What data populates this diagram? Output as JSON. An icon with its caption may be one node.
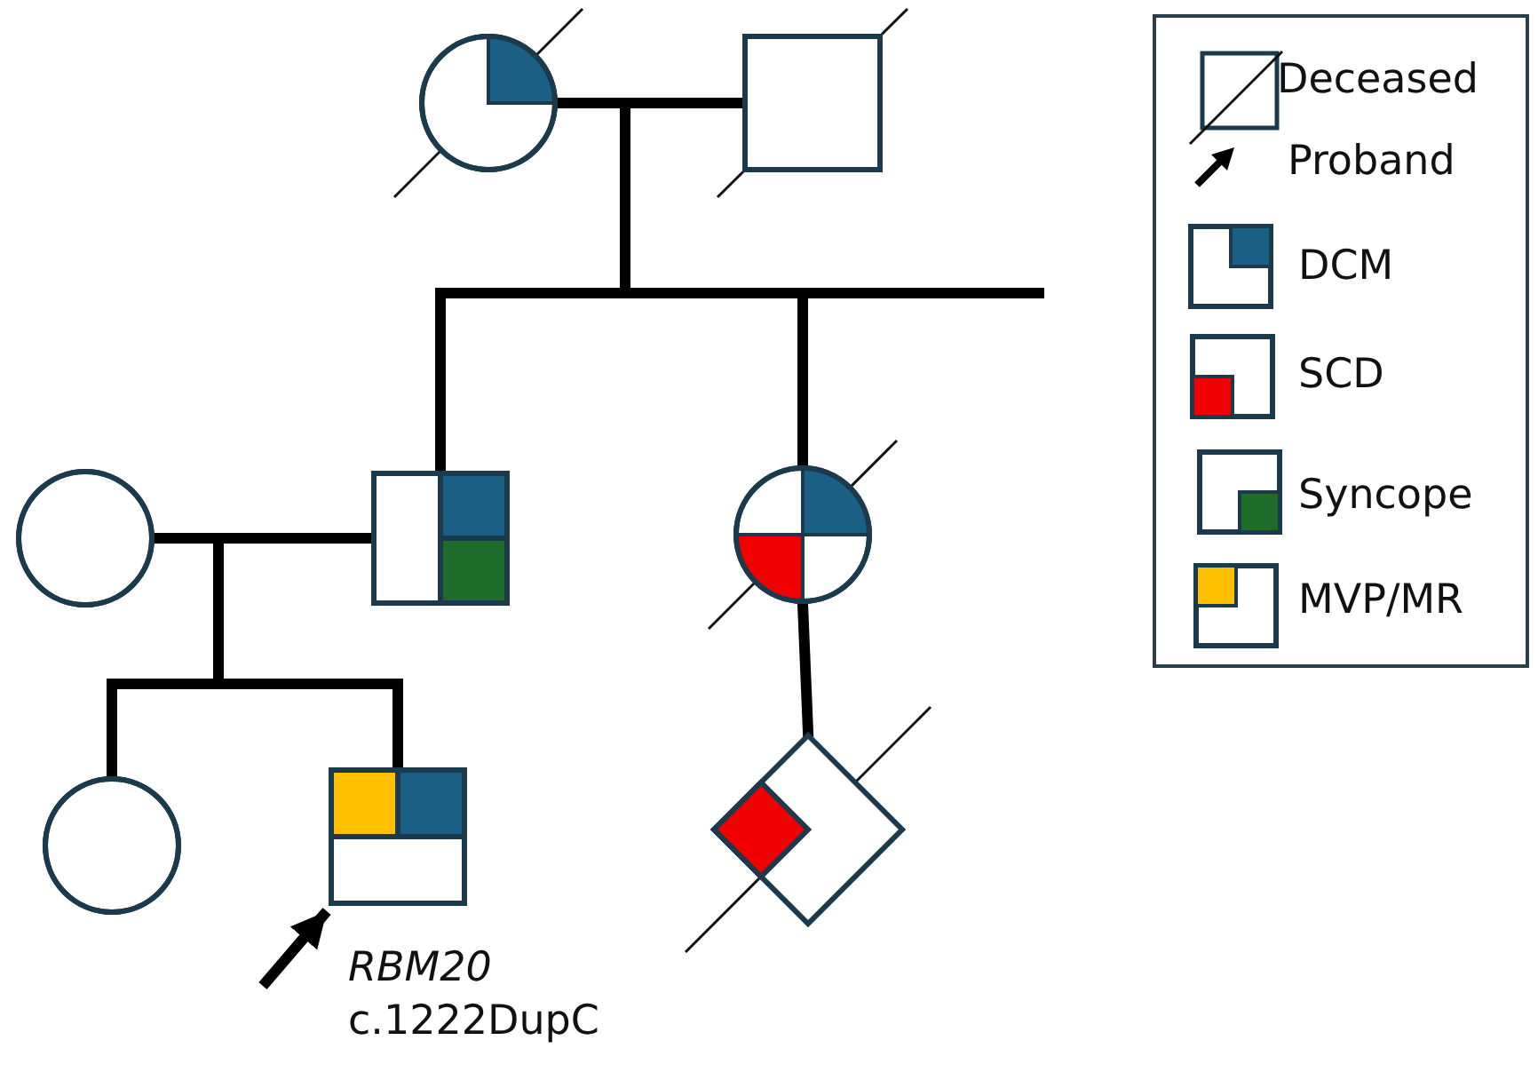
{
  "diagram": {
    "nodes": [
      {
        "text": [],
        "shape": "circle"
      },
      {
        "text": [],
        "shape": "box"
      },
      {
        "text": [],
        "shape": "circle"
      },
      {
        "text": [],
        "shape": "box"
      },
      {
        "text": [],
        "shape": "circle"
      },
      {
        "text": [],
        "shape": "circle"
      },
      {
        "text": [],
        "shape": "box",
        "beside": [
          "RBM20",
          "c.1222DupC"
        ]
      },
      {
        "text": [],
        "shape": "diamond"
      }
    ],
    "edges": [
      {
        "from": 0,
        "to": 1,
        "arrow": "none"
      },
      {
        "from": 0,
        "to": 3,
        "arrow": "none"
      },
      {
        "from": 1,
        "to": 3,
        "arrow": "none"
      },
      {
        "from": 0,
        "to": 4,
        "arrow": "none"
      },
      {
        "from": 1,
        "to": 4,
        "arrow": "none"
      },
      {
        "from": 0,
        "to": null,
        "arrow": "none"
      },
      {
        "from": 1,
        "to": null,
        "arrow": "none"
      },
      {
        "from": 2,
        "to": 3,
        "arrow": "none"
      },
      {
        "from": 2,
        "to": 5,
        "arrow": "none"
      },
      {
        "from": 3,
        "to": 5,
        "arrow": "none"
      },
      {
        "from": 2,
        "to": 6,
        "arrow": "none"
      },
      {
        "from": 3,
        "to": 6,
        "arrow": "none"
      },
      {
        "from": 4,
        "to": 7,
        "arrow": "none"
      },
      {
        "from": null,
        "to": 6,
        "arrow": "to"
      }
    ],
    "legend": [
      {
        "text": "Deceased"
      },
      {
        "text": "Proband"
      },
      {
        "text": "DCM",
        "color": "#1c5f85"
      },
      {
        "text": "SCD",
        "color": "#f00000"
      },
      {
        "text": "Syncope",
        "color": "#1e6b2a"
      },
      {
        "text": "MVP/MR",
        "color": "#ffc000"
      }
    ]
  }
}
